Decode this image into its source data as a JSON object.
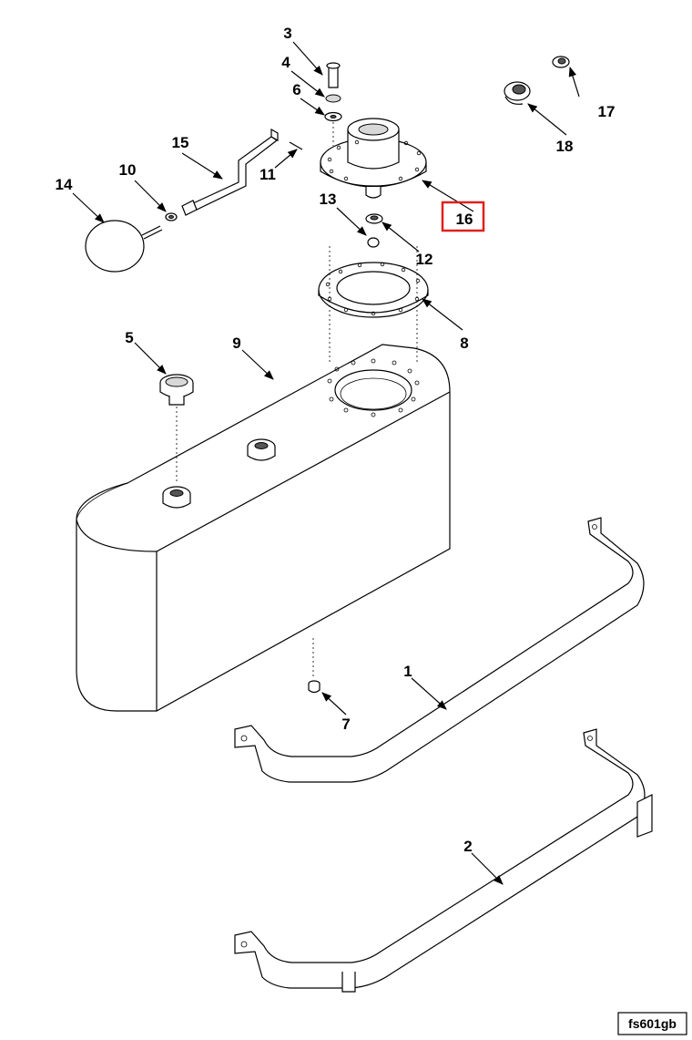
{
  "figure_id": "fs601gb",
  "highlight_color": "#e0201b",
  "callouts": [
    {
      "id": "c1",
      "label": "1"
    },
    {
      "id": "c2",
      "label": "2"
    },
    {
      "id": "c3",
      "label": "3"
    },
    {
      "id": "c4",
      "label": "4"
    },
    {
      "id": "c5",
      "label": "5"
    },
    {
      "id": "c6",
      "label": "6"
    },
    {
      "id": "c7",
      "label": "7"
    },
    {
      "id": "c8",
      "label": "8"
    },
    {
      "id": "c9",
      "label": "9"
    },
    {
      "id": "c10",
      "label": "10"
    },
    {
      "id": "c11",
      "label": "11"
    },
    {
      "id": "c12",
      "label": "12"
    },
    {
      "id": "c13",
      "label": "13"
    },
    {
      "id": "c14",
      "label": "14"
    },
    {
      "id": "c15",
      "label": "15"
    },
    {
      "id": "c16",
      "label": "16",
      "highlighted": true
    },
    {
      "id": "c17",
      "label": "17"
    },
    {
      "id": "c18",
      "label": "18"
    }
  ]
}
